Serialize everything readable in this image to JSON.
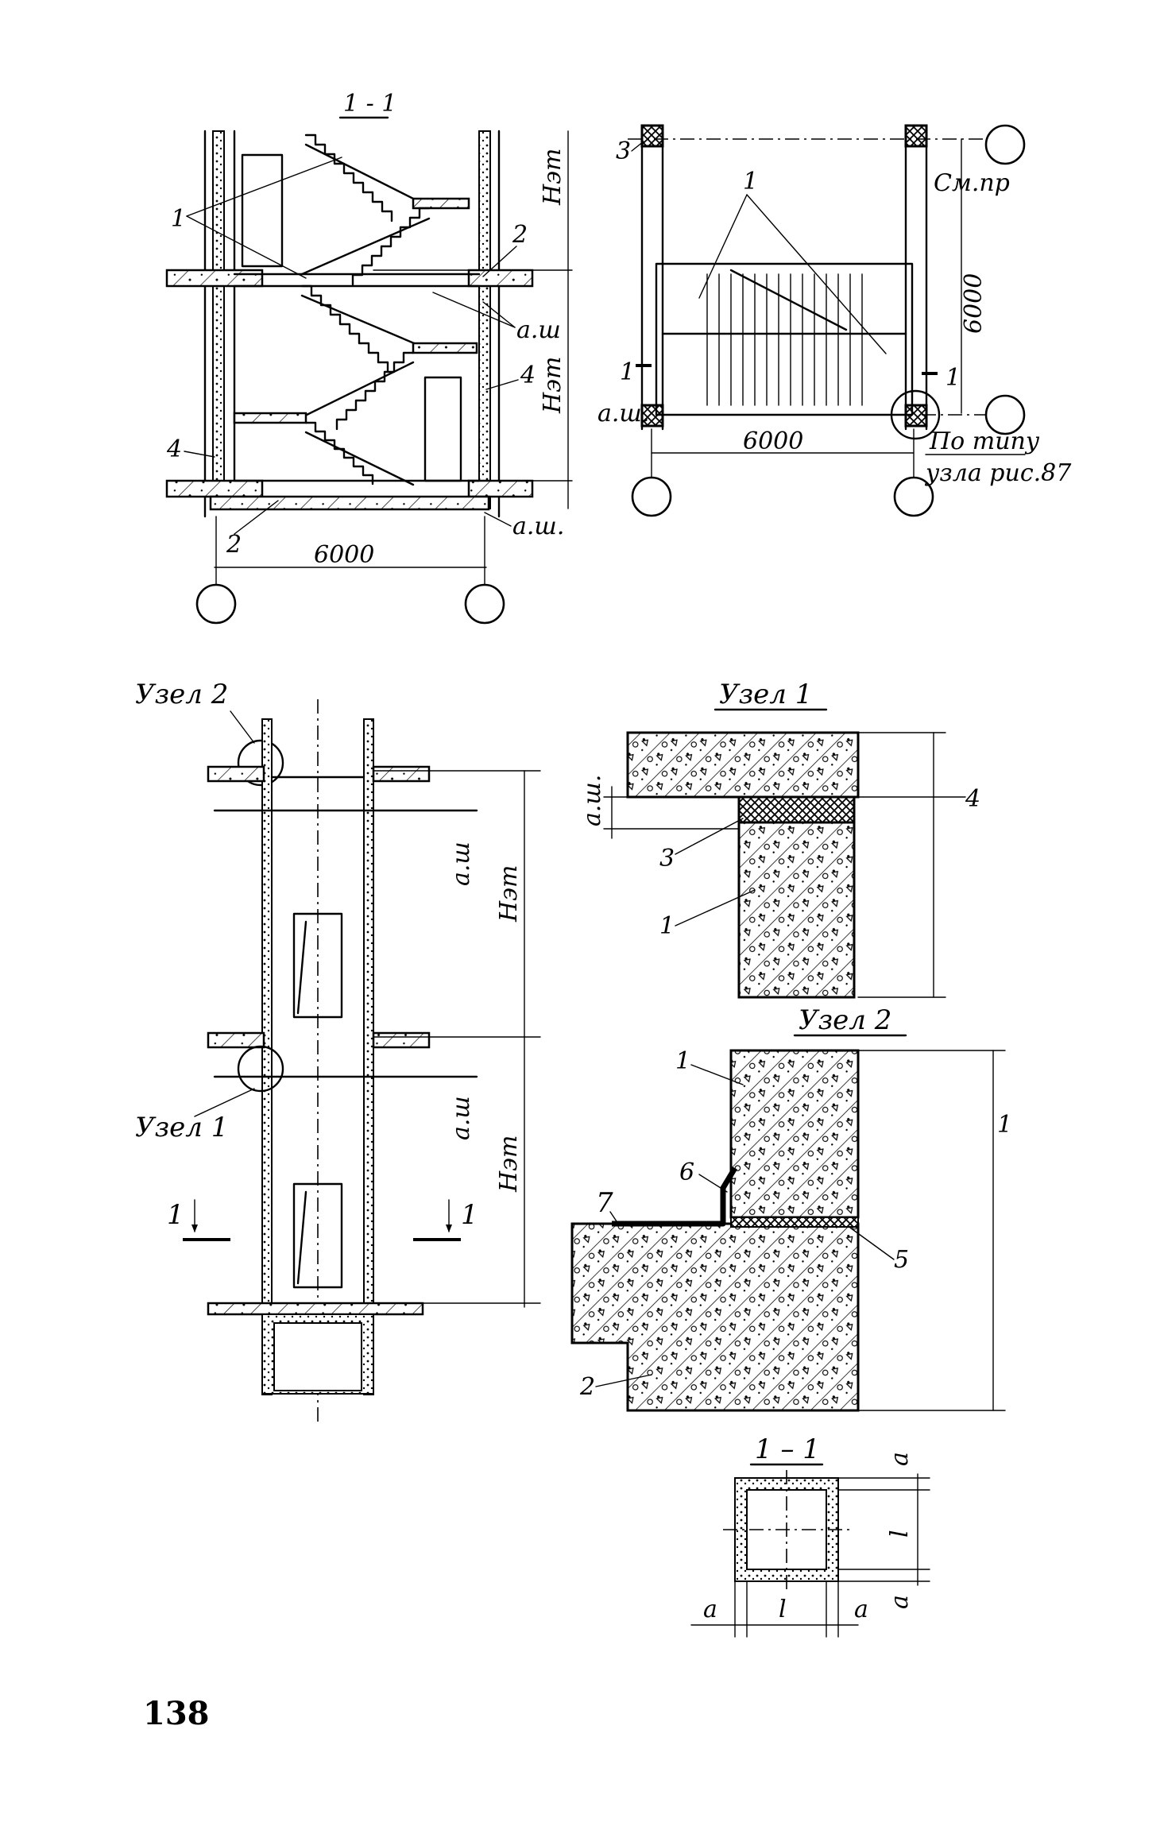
{
  "section_1_1": {
    "title": "1 - 1",
    "dim_width": "6000",
    "h_floor_top": "Нэт",
    "h_floor_bottom": "Нэт",
    "callouts": {
      "c1": "1",
      "c2a": "2",
      "c2b": "2",
      "c4a": "4",
      "c4b": "4"
    },
    "aw_top": "а.ш",
    "aw_bottom": "а.ш."
  },
  "plan": {
    "callout_3": "3",
    "callout_1": "1",
    "note_smpr": "См.пр",
    "dim_vertical": "6000",
    "dim_horizontal": "6000",
    "aw": "а.ш.",
    "cut_mark_left": "1",
    "cut_mark_right": "1",
    "note_line1": "По типу",
    "note_line2": "узла рис.87"
  },
  "shaft": {
    "node2_label": "Узел 2",
    "node1_label": "Узел 1",
    "aw_top": "а.ш",
    "aw_bottom": "а.ш",
    "h_top": "Нэт",
    "h_bottom": "Нэт",
    "cut_left": "1",
    "cut_right": "1"
  },
  "node1": {
    "title": "Узел 1",
    "aw": "а.ш.",
    "c1": "1",
    "c3": "3",
    "c4": "4"
  },
  "node2": {
    "title": "Узел 2",
    "c1": "1",
    "c2": "2",
    "c5": "5",
    "c6": "6",
    "c7": "7",
    "dim": "1"
  },
  "section_small": {
    "title": "1 – 1",
    "a_top": "a",
    "l_side": "l",
    "a_bottom": "a",
    "a_left": "a",
    "l_bottom": "l",
    "a_right": "a"
  },
  "page_number": "138"
}
